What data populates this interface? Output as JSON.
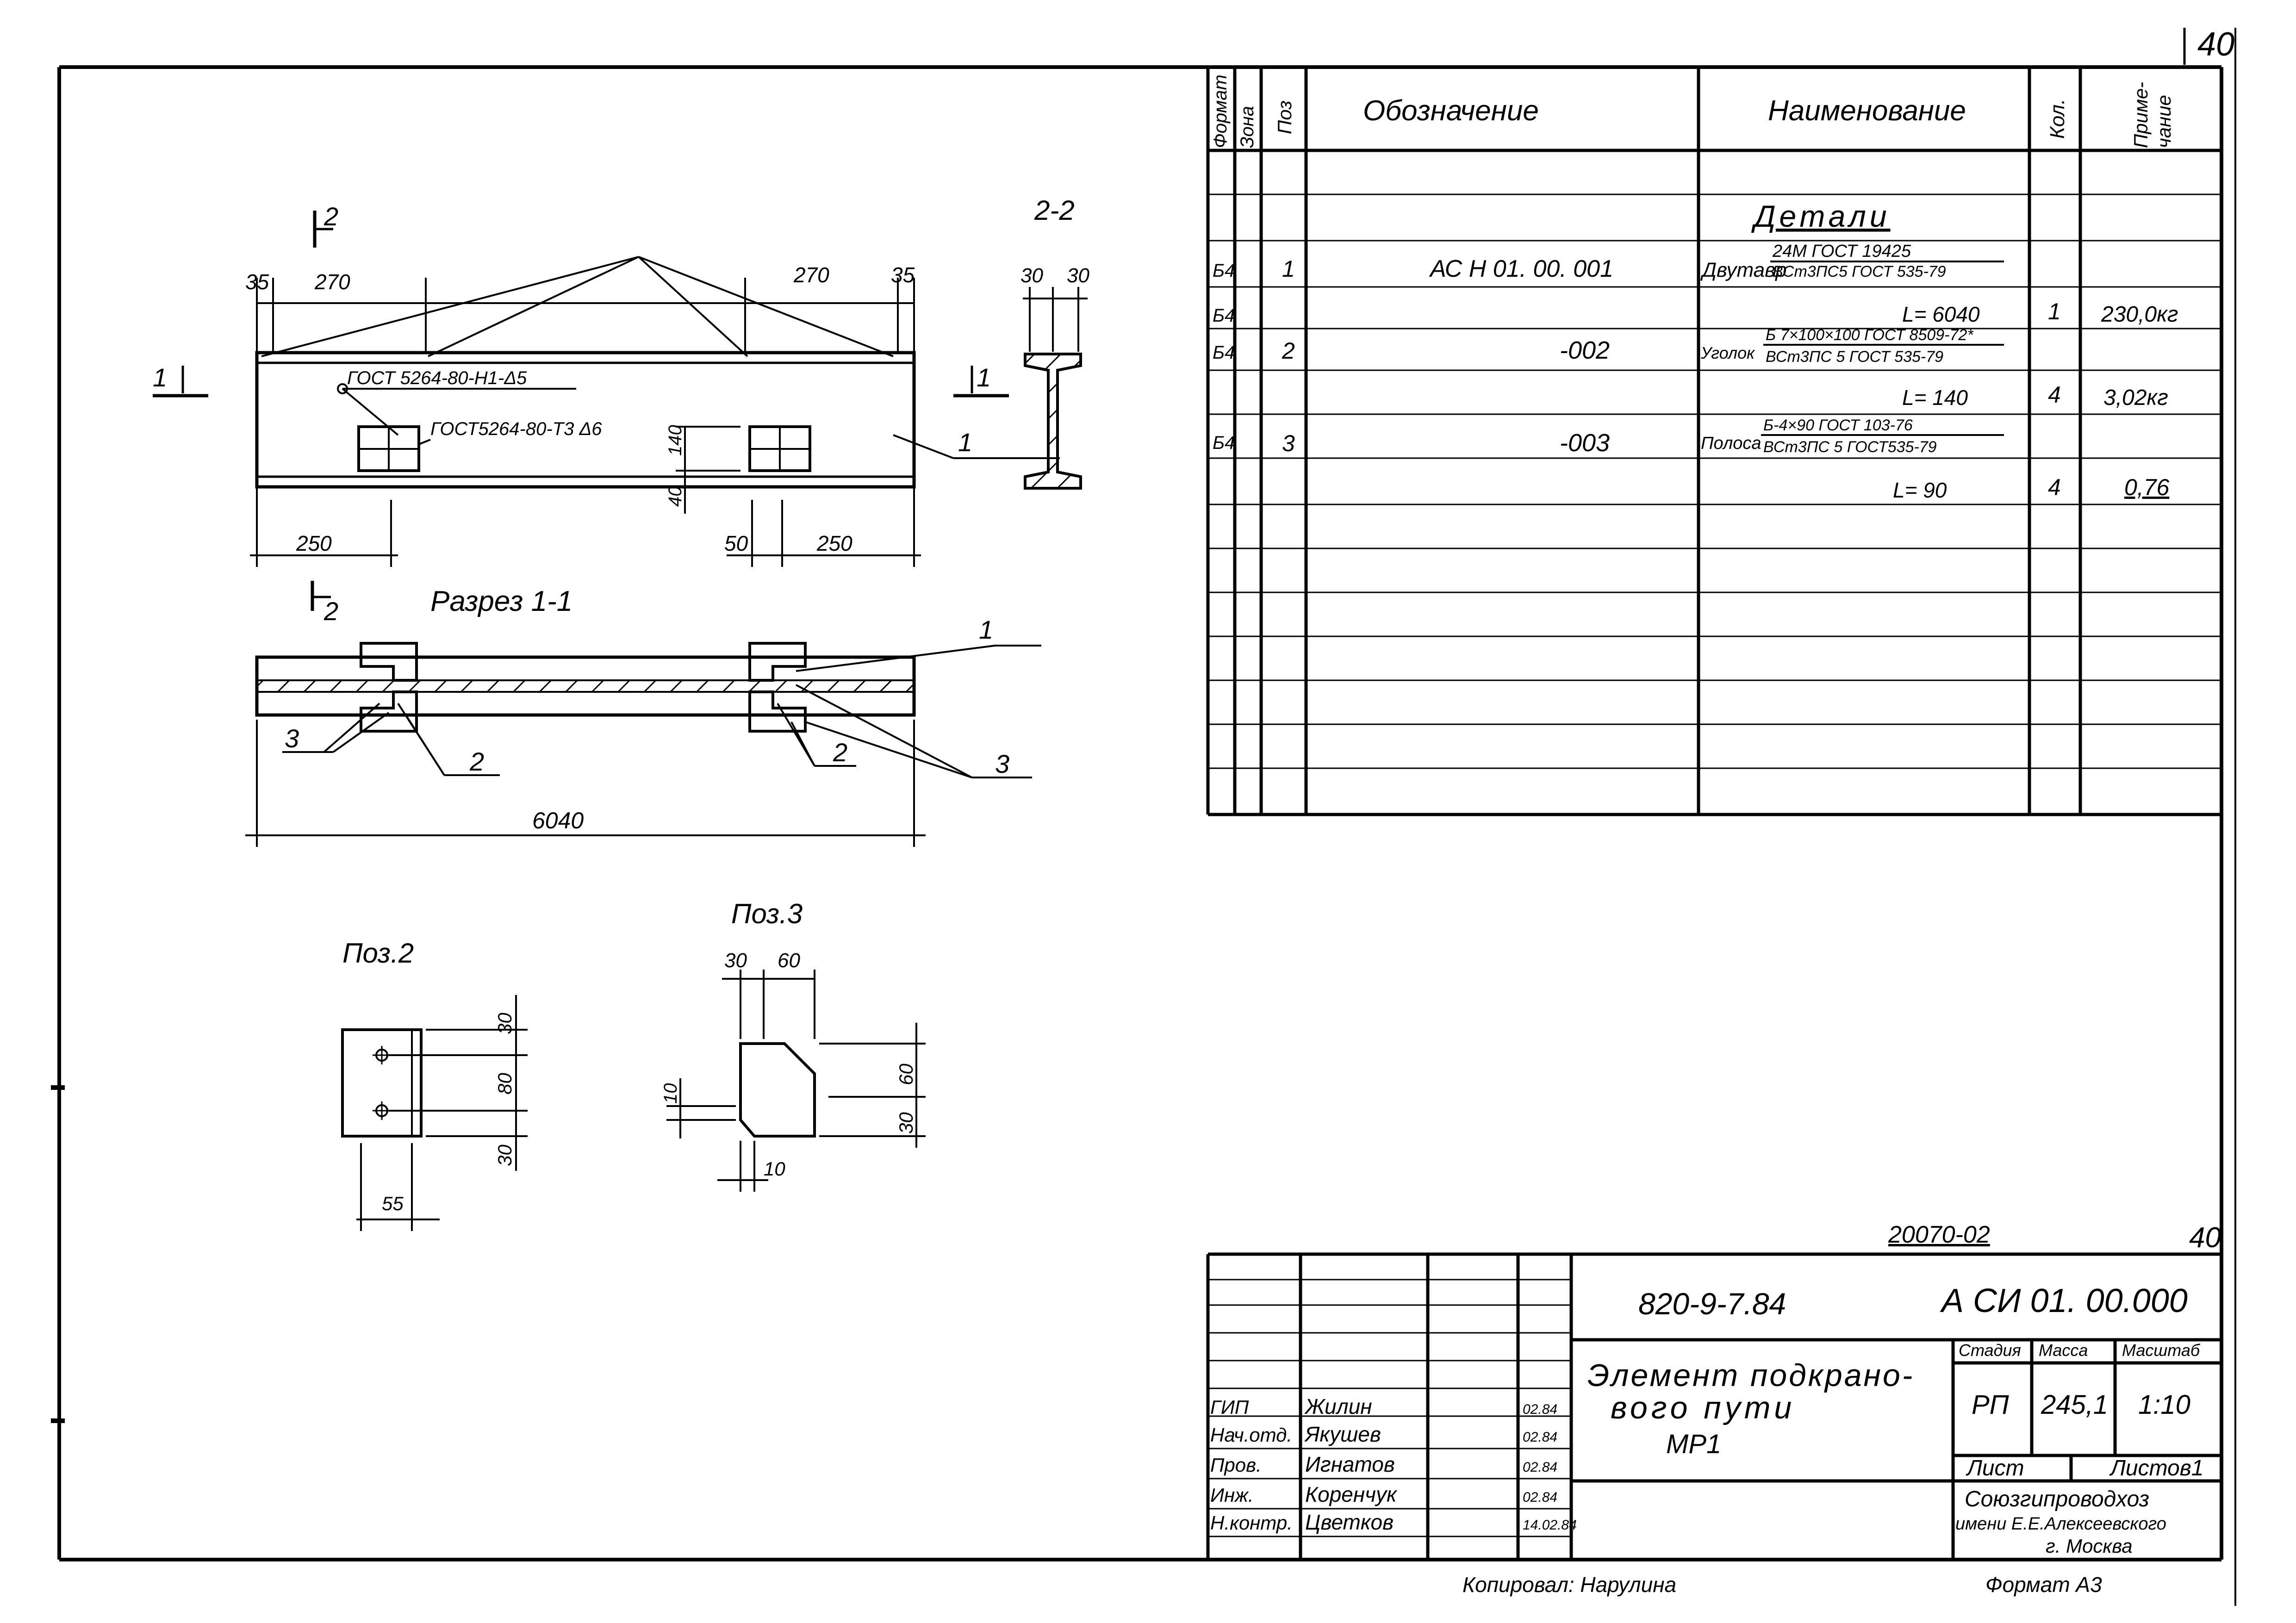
{
  "sheet": {
    "corner_number": "40",
    "copied_by": "Копировал: Нарулина",
    "format": "Формат А3"
  },
  "drawing": {
    "main": {
      "view_mark": "2",
      "section_22": "2-2",
      "section_11": "Разрез 1-1",
      "d35a": "35",
      "d270a": "270",
      "d270b": "270",
      "d35b": "35",
      "d30a": "30",
      "d30b": "30",
      "cut1": "1",
      "weld1": "ГОСТ 5264-80-Н1-Δ5",
      "weld2": "ГОСТ5264-80-Т3 Δ6",
      "d140": "140",
      "d40": "40",
      "pos1": "1",
      "d250a": "250",
      "d50": "50",
      "d250b": "250"
    },
    "section": {
      "pos1": "1",
      "pos3a": "3",
      "pos2a": "2",
      "pos2b": "2",
      "pos3b": "3",
      "d6040": "6040"
    },
    "poz2": {
      "title": "Поз.2",
      "d30a": "30",
      "d80": "80",
      "d30b": "30",
      "d55": "55"
    },
    "poz3": {
      "title": "Поз.3",
      "d30": "30",
      "d60a": "60",
      "d60b": "60",
      "d30b": "30",
      "d10a": "10",
      "d10b": "10"
    }
  },
  "spec": {
    "headers": {
      "format": "Формат",
      "zone": "Зона",
      "pos": "Поз",
      "designation": "Обозначение",
      "name": "Наименование",
      "qty": "Кол.",
      "note_1": "Приме-",
      "note_2": "чание"
    },
    "section_title": "Детали",
    "rows": [
      {
        "format": "Б4",
        "pos": "1",
        "designation": "АС Н 01. 00. 001",
        "name_prefix": "Двутавр",
        "name_top": "24М ГОСТ 19425",
        "name_bottom": "ВСт3ПС5 ГОСТ 535-79"
      },
      {
        "format": "Б4",
        "length": "L= 6040",
        "qty": "1",
        "note": "230,0кг"
      },
      {
        "format": "Б4",
        "pos": "2",
        "designation": "-002",
        "name_prefix": "Уголок",
        "name_top": "Б 7×100×100 ГОСТ 8509-72*",
        "name_bottom": "ВСт3ПС 5 ГОСТ 535-79"
      },
      {
        "length": "L= 140",
        "qty": "4",
        "note": "3,02кг"
      },
      {
        "format": "Б4",
        "pos": "3",
        "designation": "-003",
        "name_prefix": "Полоса",
        "name_top": "Б-4×90 ГОСТ 103-76",
        "name_bottom": "ВСт3ПС 5 ГОСТ535-79"
      },
      {
        "length": "L= 90",
        "qty": "4",
        "note": "0,76"
      }
    ]
  },
  "title_block": {
    "archive_no": "20070-02",
    "sheet_corner": "40",
    "series": "820-9-7.84",
    "code": "А СИ 01. 00.000",
    "title_1": "Элемент подкрано-",
    "title_2": "вого пути",
    "title_3": "МР1",
    "stage_label": "Стадия",
    "mass_label": "Масса",
    "scale_label": "Масштаб",
    "stage": "РП",
    "mass": "245,1",
    "scale": "1:10",
    "sheet_label": "Лист",
    "sheets_label": "Листов1",
    "org_1": "Союзгипроводхоз",
    "org_2": "имени Е.Е.Алексеевского",
    "org_3": "г. Москва",
    "staff": [
      {
        "role": "ГИП",
        "name": "Жилин",
        "date": "02.84"
      },
      {
        "role": "Нач.отд.",
        "name": "Якушев",
        "date": "02.84"
      },
      {
        "role": "Пров.",
        "name": "Игнатов",
        "date": "02.84"
      },
      {
        "role": "Инж.",
        "name": "Коренчук",
        "date": "02.84"
      },
      {
        "role": "Н.контр.",
        "name": "Цветков",
        "date": "14.02.84"
      }
    ]
  }
}
